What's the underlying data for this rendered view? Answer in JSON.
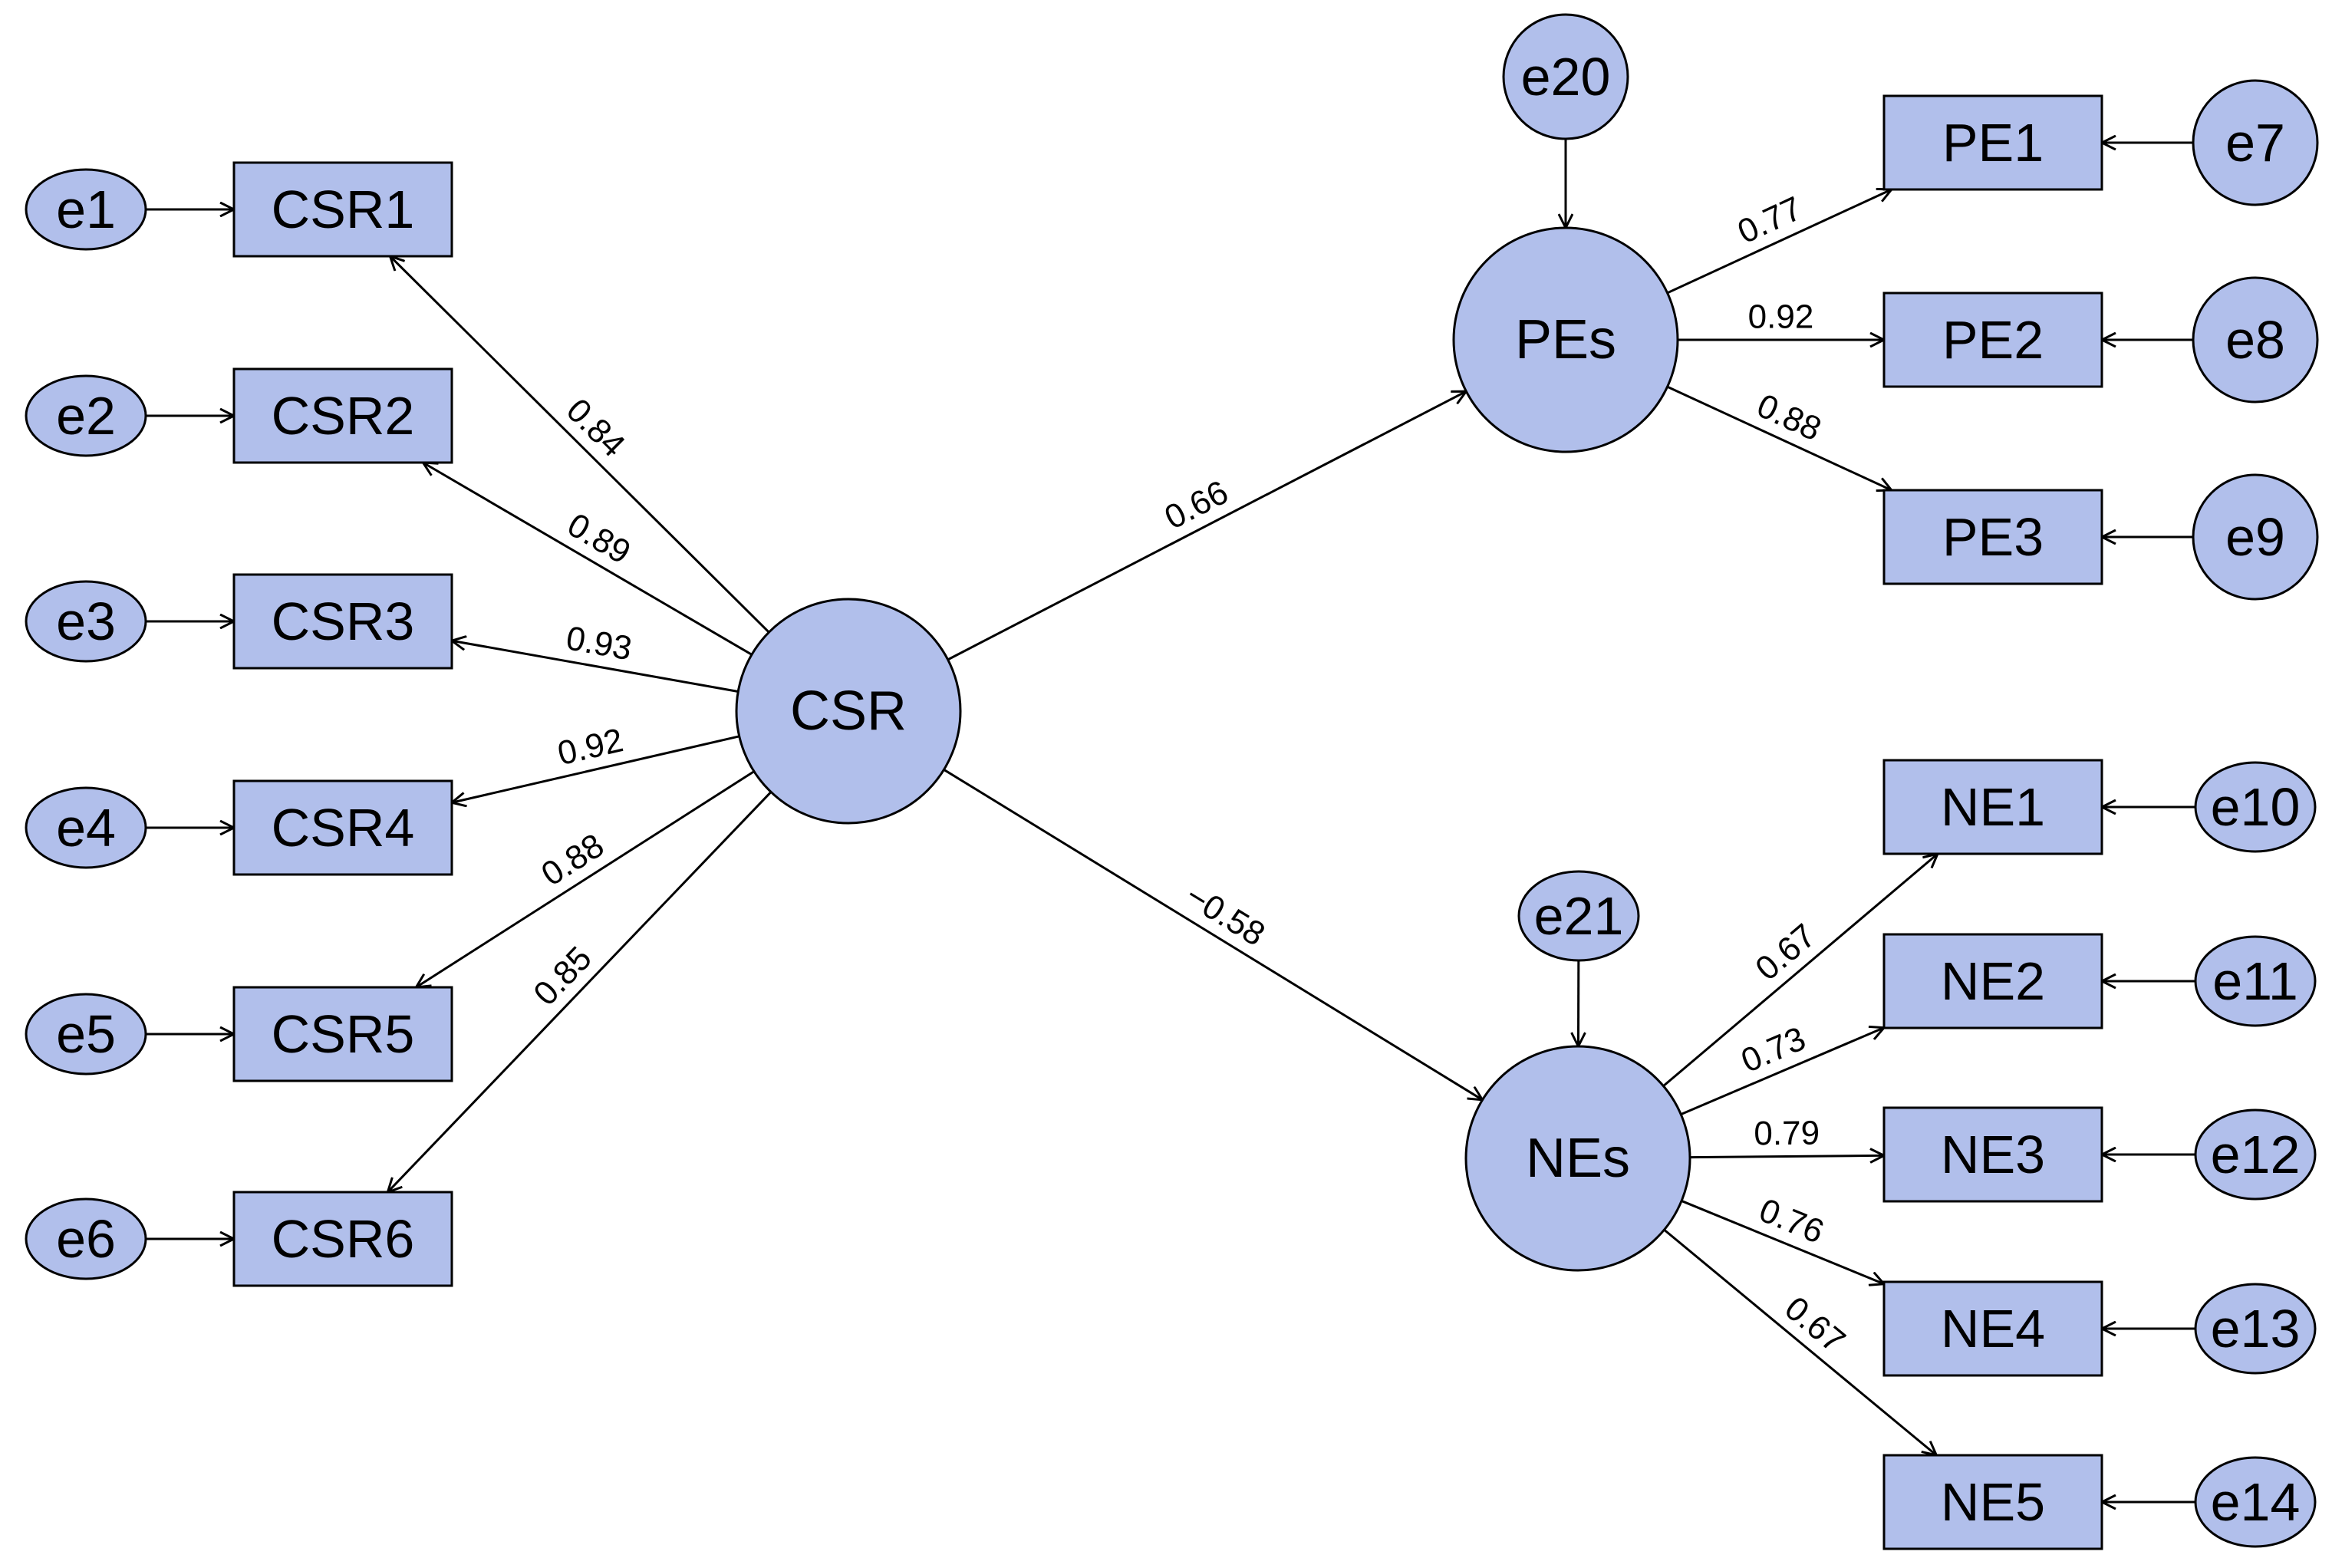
{
  "diagram": {
    "type": "structural equation model path diagram",
    "colors": {
      "node_fill": "#b1bfeb",
      "stroke": "#000000",
      "background": "#ffffff"
    },
    "nodes": [
      {
        "id": "e1",
        "label": "e1",
        "kind": "error"
      },
      {
        "id": "e2",
        "label": "e2",
        "kind": "error"
      },
      {
        "id": "e3",
        "label": "e3",
        "kind": "error"
      },
      {
        "id": "e4",
        "label": "e4",
        "kind": "error"
      },
      {
        "id": "e5",
        "label": "e5",
        "kind": "error"
      },
      {
        "id": "e6",
        "label": "e6",
        "kind": "error"
      },
      {
        "id": "CSR1",
        "label": "CSR1",
        "kind": "indicator"
      },
      {
        "id": "CSR2",
        "label": "CSR2",
        "kind": "indicator"
      },
      {
        "id": "CSR3",
        "label": "CSR3",
        "kind": "indicator"
      },
      {
        "id": "CSR4",
        "label": "CSR4",
        "kind": "indicator"
      },
      {
        "id": "CSR5",
        "label": "CSR5",
        "kind": "indicator"
      },
      {
        "id": "CSR6",
        "label": "CSR6",
        "kind": "indicator"
      },
      {
        "id": "CSR",
        "label": "CSR",
        "kind": "latent"
      },
      {
        "id": "PEs",
        "label": "PEs",
        "kind": "latent"
      },
      {
        "id": "NEs",
        "label": "NEs",
        "kind": "latent"
      },
      {
        "id": "e20",
        "label": "e20",
        "kind": "error"
      },
      {
        "id": "e21",
        "label": "e21",
        "kind": "error"
      },
      {
        "id": "PE1",
        "label": "PE1",
        "kind": "indicator"
      },
      {
        "id": "PE2",
        "label": "PE2",
        "kind": "indicator"
      },
      {
        "id": "PE3",
        "label": "PE3",
        "kind": "indicator"
      },
      {
        "id": "NE1",
        "label": "NE1",
        "kind": "indicator"
      },
      {
        "id": "NE2",
        "label": "NE2",
        "kind": "indicator"
      },
      {
        "id": "NE3",
        "label": "NE3",
        "kind": "indicator"
      },
      {
        "id": "NE4",
        "label": "NE4",
        "kind": "indicator"
      },
      {
        "id": "NE5",
        "label": "NE5",
        "kind": "indicator"
      },
      {
        "id": "e7",
        "label": "e7",
        "kind": "error"
      },
      {
        "id": "e8",
        "label": "e8",
        "kind": "error"
      },
      {
        "id": "e9",
        "label": "e9",
        "kind": "error"
      },
      {
        "id": "e10",
        "label": "e10",
        "kind": "error"
      },
      {
        "id": "e11",
        "label": "e11",
        "kind": "error"
      },
      {
        "id": "e12",
        "label": "e12",
        "kind": "error"
      },
      {
        "id": "e13",
        "label": "e13",
        "kind": "error"
      },
      {
        "id": "e14",
        "label": "e14",
        "kind": "error"
      }
    ],
    "edges": [
      {
        "from": "e1",
        "to": "CSR1",
        "label": ""
      },
      {
        "from": "e2",
        "to": "CSR2",
        "label": ""
      },
      {
        "from": "e3",
        "to": "CSR3",
        "label": ""
      },
      {
        "from": "e4",
        "to": "CSR4",
        "label": ""
      },
      {
        "from": "e5",
        "to": "CSR5",
        "label": ""
      },
      {
        "from": "e6",
        "to": "CSR6",
        "label": ""
      },
      {
        "from": "CSR",
        "to": "CSR1",
        "label": "0.84"
      },
      {
        "from": "CSR",
        "to": "CSR2",
        "label": "0.89"
      },
      {
        "from": "CSR",
        "to": "CSR3",
        "label": "0.93"
      },
      {
        "from": "CSR",
        "to": "CSR4",
        "label": "0.92"
      },
      {
        "from": "CSR",
        "to": "CSR5",
        "label": "0.88"
      },
      {
        "from": "CSR",
        "to": "CSR6",
        "label": "0.85"
      },
      {
        "from": "CSR",
        "to": "PEs",
        "label": "0.66"
      },
      {
        "from": "CSR",
        "to": "NEs",
        "label": "−0.58"
      },
      {
        "from": "e20",
        "to": "PEs",
        "label": ""
      },
      {
        "from": "e21",
        "to": "NEs",
        "label": ""
      },
      {
        "from": "PEs",
        "to": "PE1",
        "label": "0.77"
      },
      {
        "from": "PEs",
        "to": "PE2",
        "label": "0.92"
      },
      {
        "from": "PEs",
        "to": "PE3",
        "label": "0.88"
      },
      {
        "from": "NEs",
        "to": "NE1",
        "label": "0.67"
      },
      {
        "from": "NEs",
        "to": "NE2",
        "label": "0.73"
      },
      {
        "from": "NEs",
        "to": "NE3",
        "label": "0.79"
      },
      {
        "from": "NEs",
        "to": "NE4",
        "label": "0.76"
      },
      {
        "from": "NEs",
        "to": "NE5",
        "label": "0.67"
      },
      {
        "from": "e7",
        "to": "PE1",
        "label": ""
      },
      {
        "from": "e8",
        "to": "PE2",
        "label": ""
      },
      {
        "from": "e9",
        "to": "PE3",
        "label": ""
      },
      {
        "from": "e10",
        "to": "NE1",
        "label": ""
      },
      {
        "from": "e11",
        "to": "NE2",
        "label": ""
      },
      {
        "from": "e12",
        "to": "NE3",
        "label": ""
      },
      {
        "from": "e13",
        "to": "NE4",
        "label": ""
      },
      {
        "from": "e14",
        "to": "NE5",
        "label": ""
      }
    ]
  }
}
